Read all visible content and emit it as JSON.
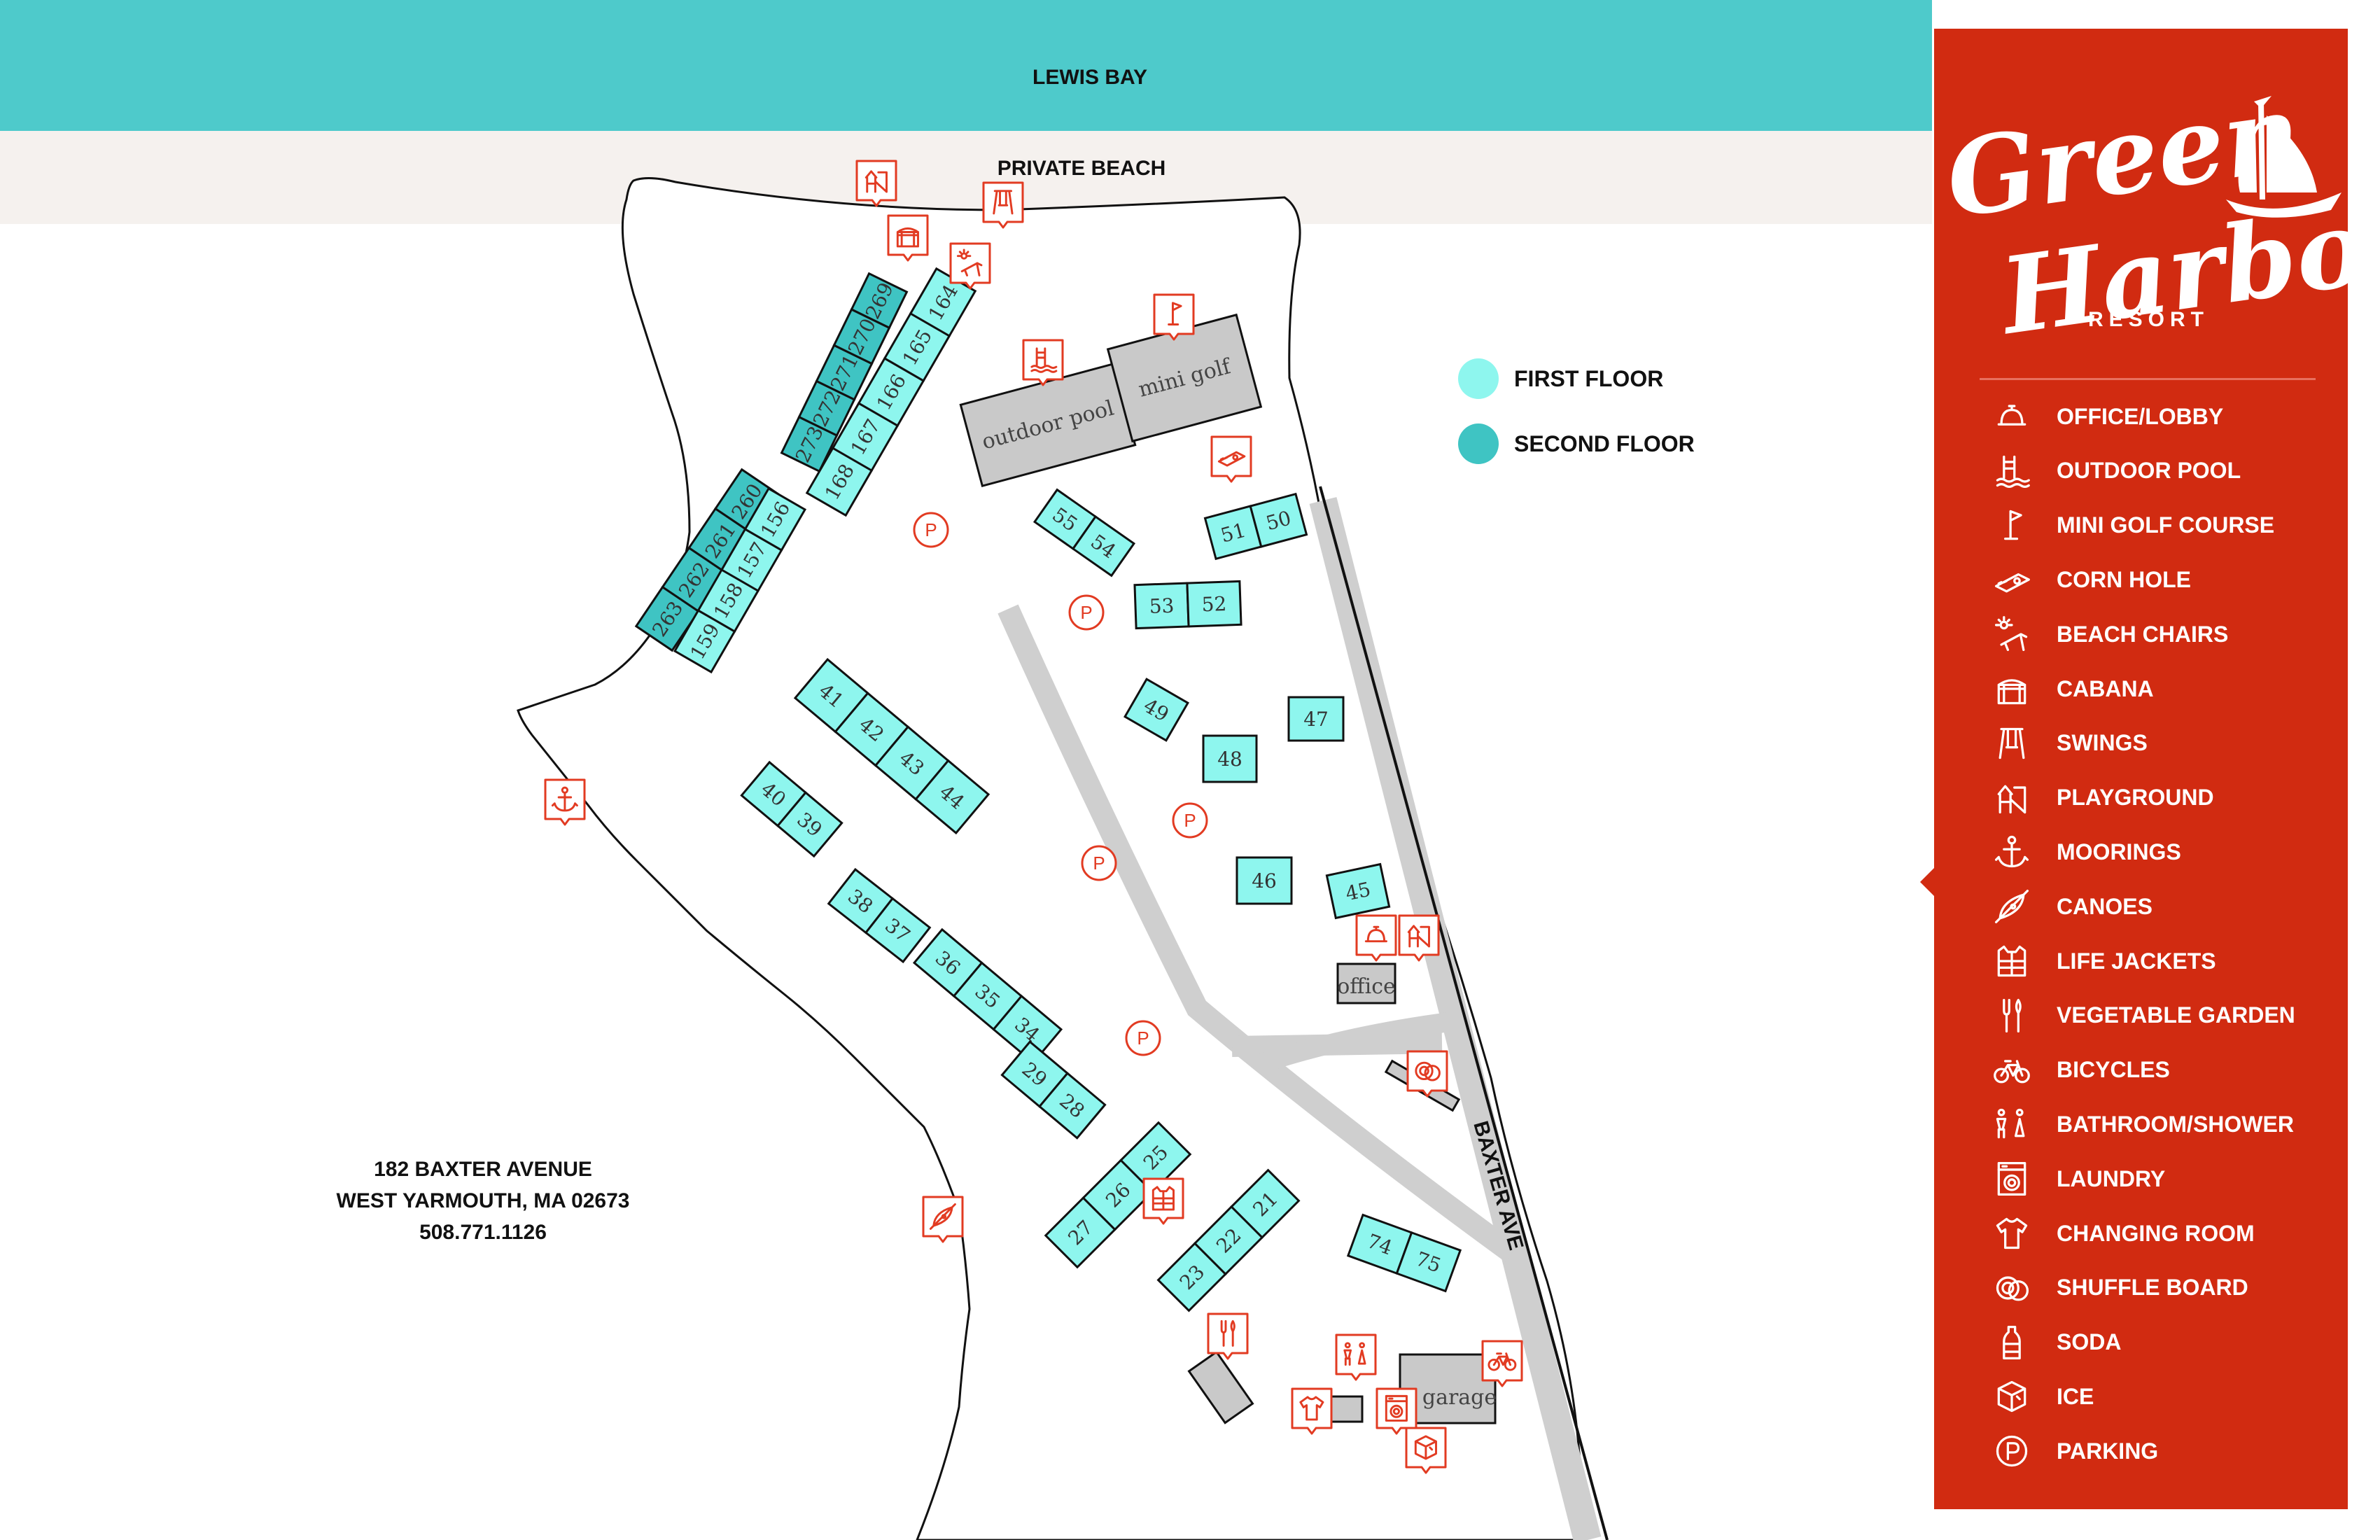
{
  "water_label": "LEWIS BAY",
  "beach_label": "PRIVATE BEACH",
  "street_label": "BAXTER AVE",
  "address": {
    "street": "182 BAXTER AVENUE",
    "city": "WEST YARMOUTH, MA 02673",
    "phone": "508.771.1126"
  },
  "brand": {
    "line1": "Green",
    "line2": "Harbor",
    "line3": "RESORT"
  },
  "floor_key": [
    {
      "label": "FIRST FLOOR",
      "color": "#8ef6ee"
    },
    {
      "label": "SECOND FLOOR",
      "color": "#3fc4c3"
    }
  ],
  "colors": {
    "water": "#4ecacb",
    "beach": "#f5f1ee",
    "sidebar": "#d12b11",
    "icon_red": "#e23b22",
    "first_floor": "#8ef6ee",
    "second_floor": "#3fc4c3",
    "road": "#cfcfcf",
    "building_gray": "#c9c9c9"
  },
  "amenity_labels": {
    "outdoor_pool": "outdoor pool",
    "mini_golf": "mini golf",
    "office": "office",
    "garage": "garage"
  },
  "room_groups": [
    {
      "name": "block-273-269",
      "floor": "second",
      "rooms": [
        "273",
        "272",
        "271",
        "270",
        "269"
      ]
    },
    {
      "name": "block-168-164",
      "floor": "first",
      "rooms": [
        "168",
        "167",
        "166",
        "165",
        "164"
      ]
    },
    {
      "name": "block-263-260",
      "floor": "second",
      "rooms": [
        "263",
        "262",
        "261",
        "260"
      ]
    },
    {
      "name": "block-159-156",
      "floor": "first",
      "rooms": [
        "159",
        "158",
        "157",
        "156"
      ]
    },
    {
      "name": "block-55-54",
      "floor": "first",
      "rooms": [
        "55",
        "54"
      ]
    },
    {
      "name": "block-51-50",
      "floor": "first",
      "rooms": [
        "51",
        "50"
      ]
    },
    {
      "name": "block-53-52",
      "floor": "first",
      "rooms": [
        "53",
        "52"
      ]
    },
    {
      "name": "block-49",
      "floor": "first",
      "rooms": [
        "49"
      ]
    },
    {
      "name": "block-47",
      "floor": "first",
      "rooms": [
        "47"
      ]
    },
    {
      "name": "block-48",
      "floor": "first",
      "rooms": [
        "48"
      ]
    },
    {
      "name": "block-46",
      "floor": "first",
      "rooms": [
        "46"
      ]
    },
    {
      "name": "block-45",
      "floor": "first",
      "rooms": [
        "45"
      ]
    },
    {
      "name": "block-41-44",
      "floor": "first",
      "rooms": [
        "41",
        "42",
        "43",
        "44"
      ]
    },
    {
      "name": "block-40-39",
      "floor": "first",
      "rooms": [
        "40",
        "39"
      ]
    },
    {
      "name": "block-38-37",
      "floor": "first",
      "rooms": [
        "38",
        "37"
      ]
    },
    {
      "name": "block-36-34",
      "floor": "first",
      "rooms": [
        "36",
        "35",
        "34"
      ]
    },
    {
      "name": "block-29-28",
      "floor": "first",
      "rooms": [
        "29",
        "28"
      ]
    },
    {
      "name": "block-27-25",
      "floor": "first",
      "rooms": [
        "27",
        "26",
        "25"
      ]
    },
    {
      "name": "block-23-21",
      "floor": "first",
      "rooms": [
        "23",
        "22",
        "21"
      ]
    },
    {
      "name": "block-74-75",
      "floor": "first",
      "rooms": [
        "74",
        "75"
      ]
    }
  ],
  "legend": [
    {
      "label": "OFFICE/LOBBY",
      "icon": "bell-icon"
    },
    {
      "label": "OUTDOOR POOL",
      "icon": "pool-icon"
    },
    {
      "label": "MINI GOLF COURSE",
      "icon": "golf-flag-icon"
    },
    {
      "label": "CORN HOLE",
      "icon": "cornhole-icon"
    },
    {
      "label": "BEACH CHAIRS",
      "icon": "beach-chair-icon"
    },
    {
      "label": "CABANA",
      "icon": "cabana-icon"
    },
    {
      "label": "SWINGS",
      "icon": "swing-icon"
    },
    {
      "label": "PLAYGROUND",
      "icon": "playground-icon"
    },
    {
      "label": "MOORINGS",
      "icon": "anchor-icon"
    },
    {
      "label": "CANOES",
      "icon": "canoe-icon"
    },
    {
      "label": "LIFE JACKETS",
      "icon": "life-jacket-icon"
    },
    {
      "label": "VEGETABLE GARDEN",
      "icon": "garden-tools-icon"
    },
    {
      "label": "BICYCLES",
      "icon": "bicycle-icon"
    },
    {
      "label": "BATHROOM/SHOWER",
      "icon": "bathroom-icon"
    },
    {
      "label": "LAUNDRY",
      "icon": "washer-icon"
    },
    {
      "label": "CHANGING ROOM",
      "icon": "shirt-icon"
    },
    {
      "label": "SHUFFLE BOARD",
      "icon": "shuffleboard-icon"
    },
    {
      "label": "SODA",
      "icon": "soda-bottle-icon"
    },
    {
      "label": "ICE",
      "icon": "ice-cube-icon"
    },
    {
      "label": "PARKING",
      "icon": "parking-icon"
    }
  ],
  "parking_symbol": "P"
}
